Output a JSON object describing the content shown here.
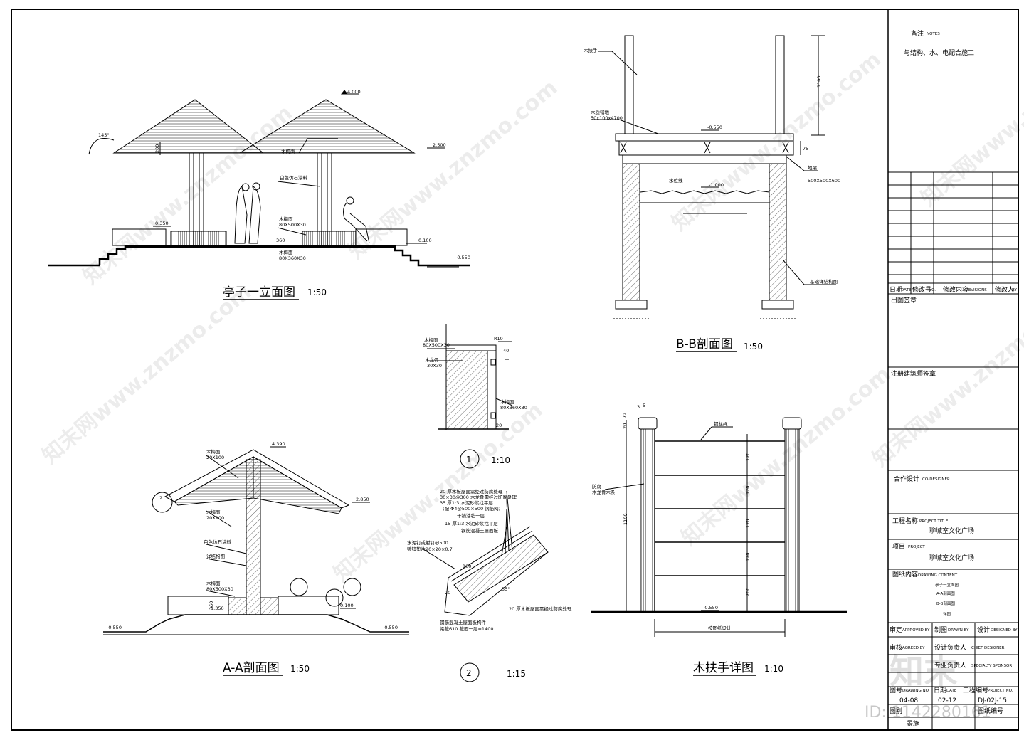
{
  "drawings": {
    "pavilion_elevation": {
      "title": "亭子一立面图",
      "scale": "1:50",
      "labels": [
        "4.000",
        "2.500",
        "145°",
        "200",
        "木梅面",
        "白色仿石涂料",
        "0.350",
        "木梅面",
        "80X500X30",
        "360",
        "木梅面",
        "80X360X30",
        "0.100",
        "-0.550"
      ]
    },
    "section_bb": {
      "title": "B-B剖面图",
      "scale": "1:50",
      "labels": [
        "木扶手",
        "木质铺地",
        "50x100x4700",
        "-0.550",
        "1100",
        "75",
        "-1.000",
        "水位线",
        "地梁",
        "500X500X600",
        "基础详结构图"
      ]
    },
    "detail_1": {
      "title": "1",
      "scale": "1:10",
      "labels": [
        "木梅面",
        "80X500X30",
        "木龙骨",
        "30X30",
        "R10",
        "40",
        "木梅面",
        "80X360X30",
        "20"
      ]
    },
    "detail_2": {
      "title": "2",
      "scale": "1:15",
      "labels": [
        "20 厚木板屋面需经过防腐处理",
        "30×30@300 木龙骨需经过防腐处理",
        "35 厚1:3 水泥砂浆找平层",
        "(配 Φ4@500×500 钢筋网)",
        "干铺油毡一层",
        "15 厚1:3 水泥砂浆找平层",
        "钢筋混凝土屋面板",
        "水泥钉或射钉@500",
        "镀锌垫片20×20×0.7",
        "100",
        "20",
        "55°",
        "20 厚木板屋面需经过防腐处理",
        "钢筋混凝土屋面板构件",
        "梁截610 截面一层=1400"
      ]
    },
    "section_aa": {
      "title": "A-A剖面图",
      "scale": "1:50",
      "labels": [
        "4.390",
        "木梅面",
        "20X100",
        "2.850",
        "木梅面",
        "20X100",
        "白色仿石涂料",
        "详结构图",
        "木梅面",
        "80X500X30",
        "0.350",
        "360",
        "0.100",
        "-0.550",
        "-0.550",
        "2"
      ]
    },
    "handrail": {
      "title": "木扶手详图",
      "scale": "1:10",
      "labels": [
        "钢丝绳",
        "防腐",
        "木龙骨木条",
        "120",
        "120",
        "120",
        "120",
        "200",
        "1100",
        "-0.550",
        "按图纸设计",
        "20",
        "72",
        "3",
        "5"
      ]
    }
  },
  "title_block": {
    "notes_label": "备注",
    "notes_label_en": "NOTES",
    "notes_text": "与结构、水、电配合施工",
    "revision_headers": [
      "日期",
      "DATE",
      "修改号",
      "NO.",
      "修改内容",
      "REVISIONS",
      "修改人",
      "BY"
    ],
    "issue_stamp": "出图签章",
    "architect_stamp": "注册建筑师签章",
    "co_design": "合作设计",
    "co_design_en": "CO-DESIGNER",
    "project_title_label": "工程名称",
    "project_title_en": "PROJECT TITLE",
    "project_title": "聊城室文化广场",
    "project_label": "项目",
    "project_en": "PROJECT",
    "project": "聊城室文化广场",
    "drawing_content_label": "图纸内容",
    "drawing_content_en": "DRAWING CONTENT",
    "drawing_content": [
      "亭子一立面图",
      "A-A剖面图",
      "B-B剖面图",
      "详图"
    ],
    "approved": "审定",
    "approved_en": "APPROVED BY",
    "drawn": "制图",
    "drawn_en": "DRAWN BY",
    "designed": "设计",
    "designed_en": "DESIGNED BY",
    "checked": "审核",
    "checked_en": "AGREED BY",
    "chief": "设计负责人",
    "chief_en": "CHIEF DESIGNER",
    "specialty": "专业负责人",
    "specialty_en": "SPECIALTY SPONSOR",
    "drawing_no_label": "图号",
    "drawing_no_en": "DRAWING NO.",
    "drawing_no": "04-08",
    "date_label": "日期",
    "date_en": "DATE",
    "date": "02-12",
    "project_no_label": "工程编号",
    "project_no_en": "PROJECT NO.",
    "project_no": "DJ-02J-15",
    "category_label": "图别",
    "category": "景施",
    "sheet_label": "图纸编号"
  },
  "watermark": {
    "text": "知末网www.znzmo.com",
    "logo": "知末",
    "id": "ID: 1142280161"
  }
}
